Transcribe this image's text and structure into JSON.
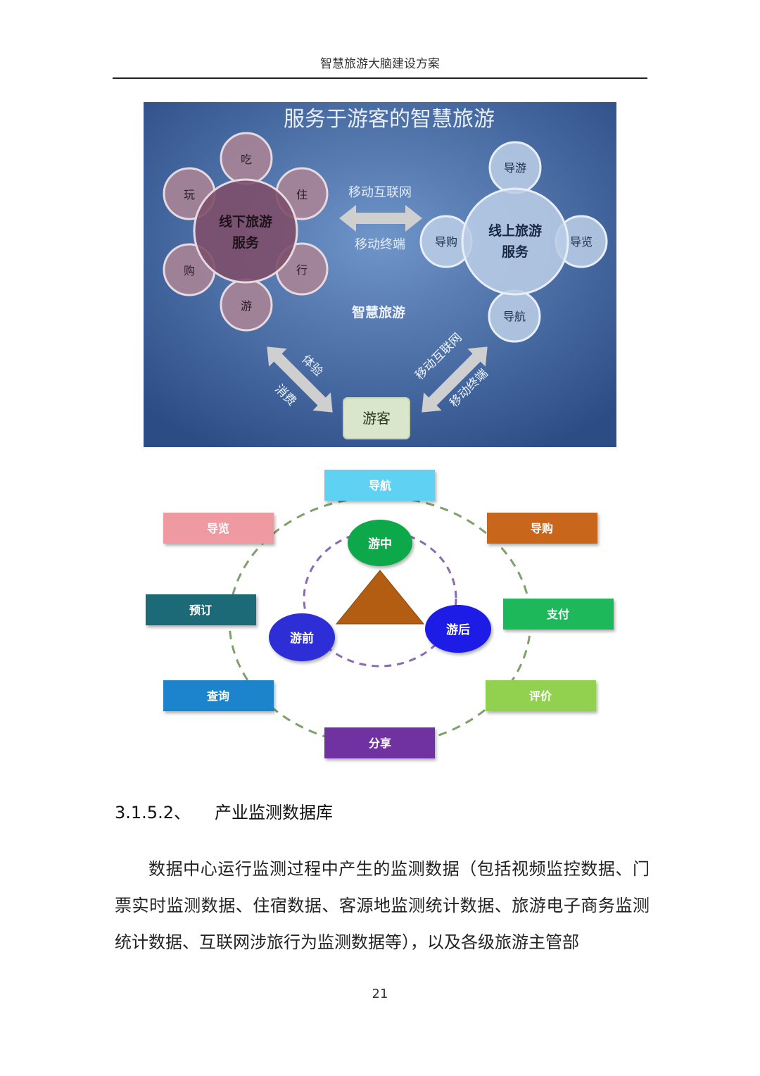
{
  "header": {
    "title": "智慧旅游大脑建设方案"
  },
  "figure1": {
    "title": "服务于游客的智慧旅游",
    "offline": {
      "center_line1": "线下旅游",
      "center_line2": "服务",
      "items": [
        "吃",
        "住",
        "行",
        "游",
        "购",
        "玩"
      ]
    },
    "online": {
      "center_line1": "线上旅游",
      "center_line2": "服务",
      "items": [
        "导游",
        "导览",
        "导航",
        "导购"
      ]
    },
    "arrow_top_label": "移动互联网",
    "arrow_bottom_label": "移动终端",
    "middle_label": "智慧旅游",
    "left_arrow_labels": [
      "体验",
      "消费"
    ],
    "right_arrow_labels": [
      "移动互联网",
      "移动终端"
    ],
    "tourist_label": "游客",
    "colors": {
      "background": "#3a5f9a",
      "offline_center": "#7d4f6a",
      "satellite": "#a98496",
      "online": "#b9cde6"
    }
  },
  "figure2": {
    "inner": {
      "top": "游中",
      "left": "游前",
      "right": "游后"
    },
    "boxes": {
      "nav": "导航",
      "guide_view": "导览",
      "guide_shop": "导购",
      "booking": "预订",
      "pay": "支付",
      "query": "查询",
      "review": "评价",
      "share": "分享"
    },
    "colors": {
      "nav": "#5ed2f4",
      "guide_view": "#ef9aa0",
      "guide_shop": "#c8661b",
      "booking": "#1f6a78",
      "pay": "#1fb85a",
      "query": "#1a84cc",
      "review": "#92d050",
      "share": "#7030a0",
      "triangle": "#b25d12",
      "circle_green": "#0fa84a",
      "circle_blue": "#2424e0"
    }
  },
  "section": {
    "number": "3.1.5.2、",
    "title": "产业监测数据库"
  },
  "paragraph": "数据中心运行监测过程中产生的监测数据（包括视频监控数据、门票实时监测数据、住宿数据、客源地监测统计数据、旅游电子商务监测统计数据、互联网涉旅行为监测数据等），以及各级旅游主管部",
  "page_number": "21"
}
